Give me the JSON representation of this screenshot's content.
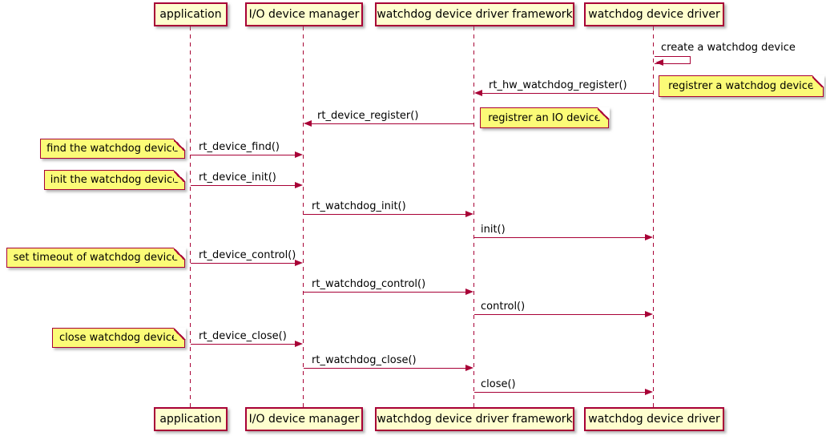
{
  "participants": [
    {
      "label": "application"
    },
    {
      "label": "I/O device manager"
    },
    {
      "label": "watchdog device driver framework"
    },
    {
      "label": "watchdog device driver"
    }
  ],
  "messages": {
    "create": {
      "label": "create a watchdog device"
    },
    "hw_register": {
      "label": "rt_hw_watchdog_register()"
    },
    "device_register": {
      "label": "rt_device_register()"
    },
    "device_find": {
      "label": "rt_device_find()"
    },
    "device_init": {
      "label": "rt_device_init()"
    },
    "watchdog_init": {
      "label": "rt_watchdog_init()"
    },
    "init": {
      "label": "init()"
    },
    "device_control": {
      "label": "rt_device_control()"
    },
    "watchdog_control": {
      "label": "rt_watchdog_control()"
    },
    "control": {
      "label": "control()"
    },
    "device_close": {
      "label": "rt_device_close()"
    },
    "watchdog_close": {
      "label": "rt_watchdog_close()"
    },
    "close": {
      "label": "close()"
    }
  },
  "notes": {
    "register_watchdog": {
      "label": "registrer a watchdog device"
    },
    "register_io": {
      "label": "registrer an IO device"
    },
    "find": {
      "label": "find the watchdog device"
    },
    "init": {
      "label": "init the watchdog device"
    },
    "timeout": {
      "label": "set timeout of watchdog device"
    },
    "close": {
      "label": "close watchdog device"
    }
  },
  "colors": {
    "line": "#A80036",
    "participant_fill": "#FEFECE",
    "note_fill": "#FBFB77",
    "text": "#000000",
    "background": "#FFFFFF"
  }
}
